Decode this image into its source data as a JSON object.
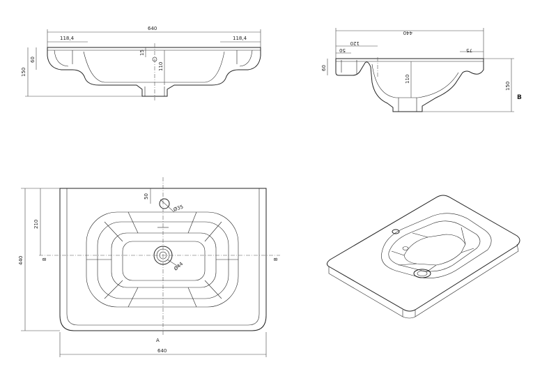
{
  "front_view": {
    "width": "640",
    "left_rim": "118,4",
    "right_rim": "118,4",
    "overall_height": "150",
    "rim_height": "60",
    "bowl_depth": "110",
    "tap_offset": "15"
  },
  "side_view": {
    "depth": "440",
    "back_offset": "120",
    "back_wall": "50",
    "front_offset": "75",
    "rim_height": "60",
    "bowl_depth": "110",
    "overall_height": "150",
    "section_label": "B"
  },
  "top_view": {
    "width": "640",
    "depth": "440",
    "tap_to_drain": "210",
    "tap_hole_offset": "50",
    "tap_hole_diameter": "Ø35",
    "drain_diameter": "Ø44",
    "section_marker_left": "B",
    "section_marker_right": "B",
    "section_marker_bottom": "A"
  }
}
